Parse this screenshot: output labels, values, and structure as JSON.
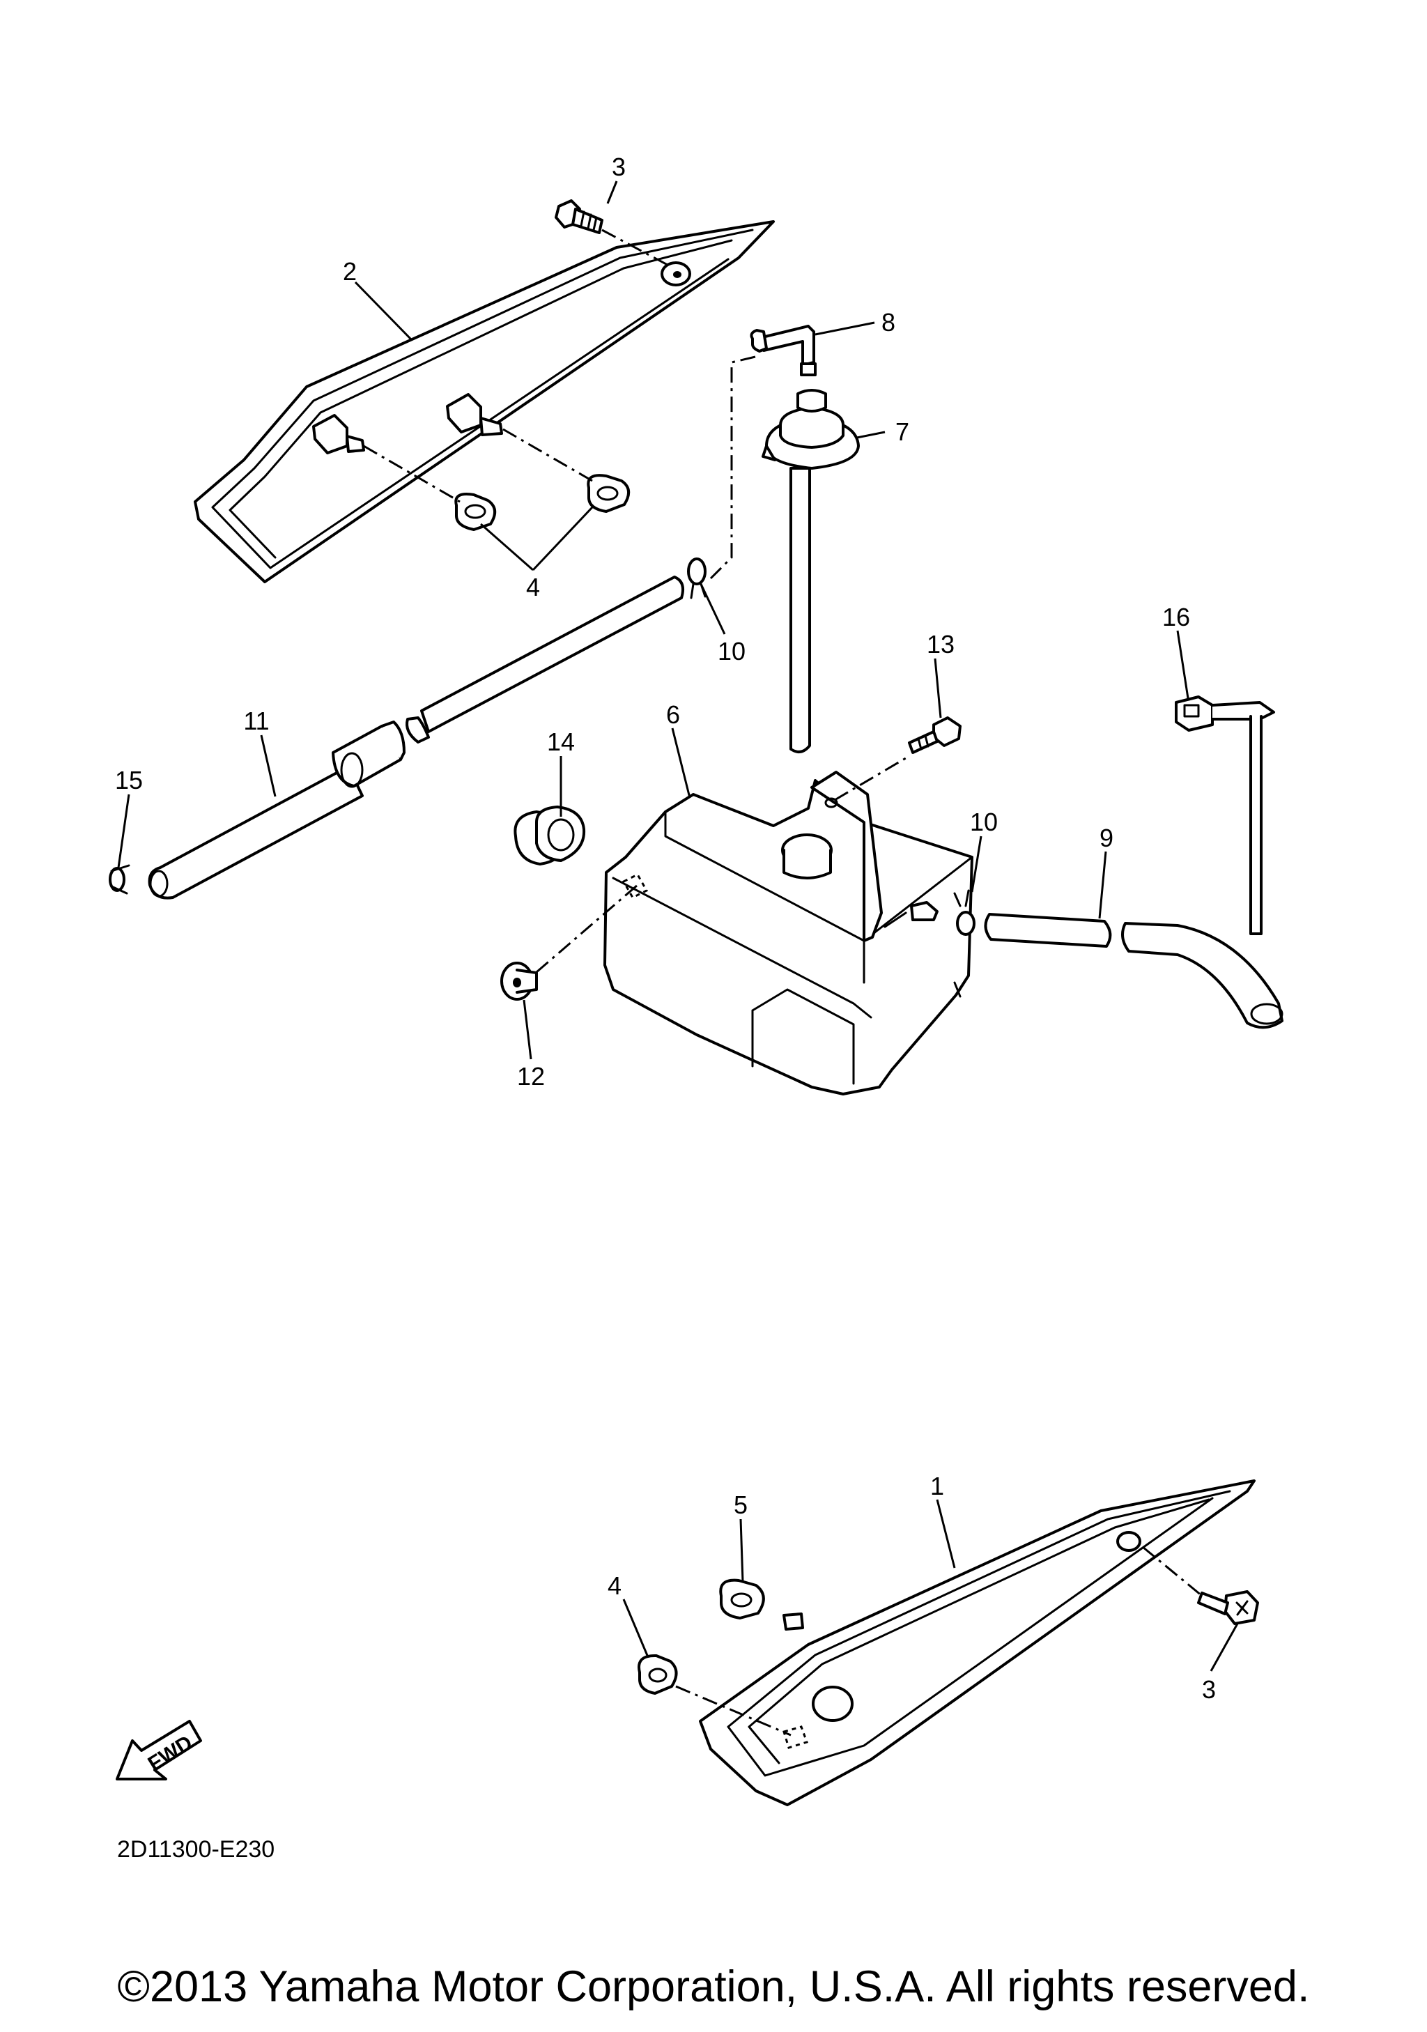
{
  "diagram": {
    "callouts": {
      "c3a": "3",
      "c2": "2",
      "c8": "8",
      "c7": "7",
      "c4a": "4",
      "c10a": "10",
      "c16": "16",
      "c13": "13",
      "c6": "6",
      "c11": "11",
      "c14": "14",
      "c15": "15",
      "c10b": "10",
      "c9": "9",
      "c12": "12",
      "c1": "1",
      "c5": "5",
      "c4b": "4",
      "c3b": "3"
    },
    "diagram_code": "2D11300-E230",
    "fwd_label": "FWD"
  },
  "footer": {
    "copyright": "©2013 Yamaha Motor Corporation, U.S.A. All rights reserved."
  }
}
